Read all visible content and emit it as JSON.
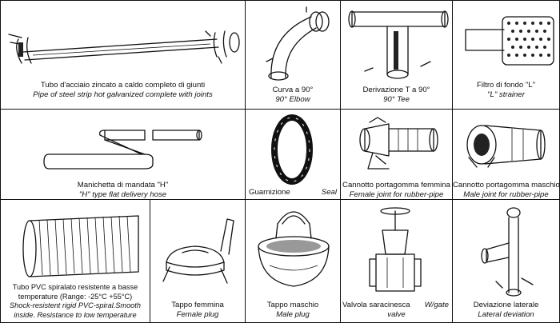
{
  "row1": [
    {
      "it": "Tubo d'acciaio zincato a caldo completo di giunti",
      "en": "Pipe of steel strip hot galvanized complete with joints"
    },
    {
      "it": "Curva a  90°",
      "en": "90° Elbow"
    },
    {
      "it": "Derivazione T a  90°",
      "en": "90° Tee"
    },
    {
      "it": "Filtro di fondo \"L\"",
      "en": "\"L\" strainer"
    }
  ],
  "row2": [
    {
      "it": "Manichetta di mandata \"H\"",
      "en": "\"H\" type flat delivery hose"
    },
    {
      "it": "Guarnizione",
      "en": "Seal"
    },
    {
      "it": "Cannotto portagomma femmina",
      "en": "Female joint for rubber-pipe"
    },
    {
      "it": "Cannotto portagomma maschio",
      "en": "Male joint for rubber-pipe"
    }
  ],
  "row3": [
    {
      "it1": "Tubo PVC spiralato resistente a basse",
      "it2": "temperature (Range: -25°C +55°C)",
      "en1": "Shock-resistent rigid PVC-spiral.Smooth",
      "en2": "inside. Resistance to low temperature"
    },
    {
      "it": "Tappo femmina",
      "en": "Female plug"
    },
    {
      "it": "Tappo maschio",
      "en": "Male plug"
    },
    {
      "it": "Valvola saracinesca",
      "en_a": "W/gate",
      "en_b": "valve"
    },
    {
      "it": "Deviazione laterale",
      "en": "Lateral deviation"
    }
  ]
}
